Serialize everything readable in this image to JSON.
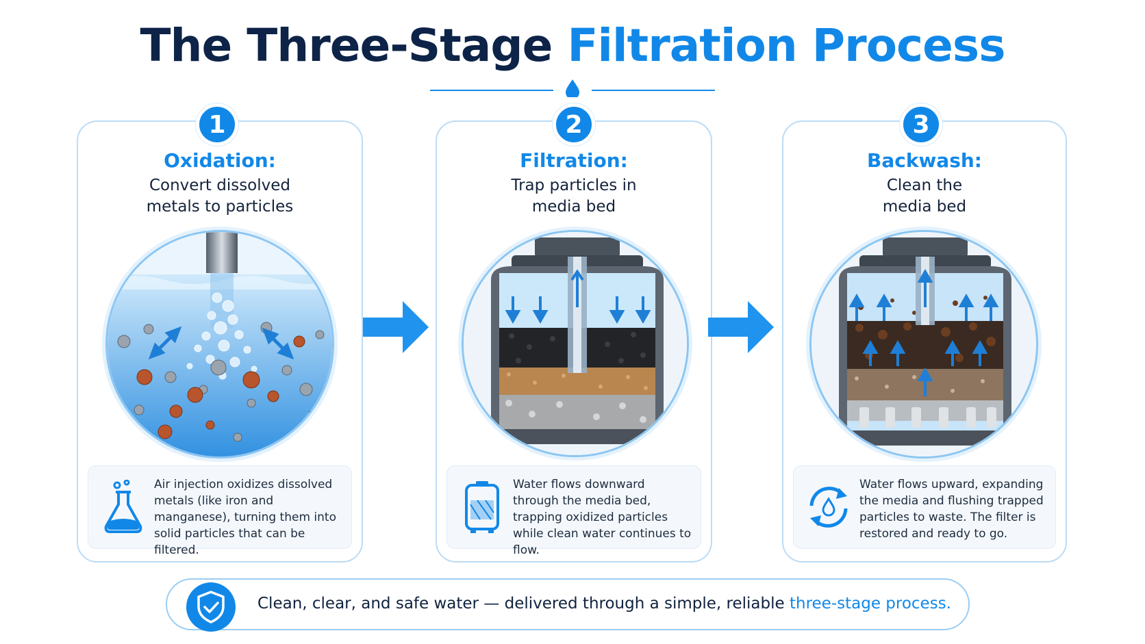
{
  "title": {
    "part1": "The Three-Stage",
    "part2": "Filtration Process"
  },
  "stages": [
    {
      "number": "1",
      "title": "Oxidation:",
      "subtitle_line1": "Convert dissolved",
      "subtitle_line2": "metals to particles",
      "description": "Air injection oxidizes dissolved metals (like iron and manganese), turning them into solid particles that can be filtered.",
      "icon": "flask-icon"
    },
    {
      "number": "2",
      "title": "Filtration:",
      "subtitle_line1": "Trap particles in",
      "subtitle_line2": "media bed",
      "description": "Water flows downward through the media bed, trapping oxidized particles while clean water continues to flow.",
      "icon": "filter-tank-icon"
    },
    {
      "number": "3",
      "title": "Backwash:",
      "subtitle_line1": "Clean the",
      "subtitle_line2": "media bed",
      "description": "Water flows upward, expanding the media and flushing trapped particles to waste. The filter is restored and ready to go.",
      "icon": "recycle-water-icon"
    }
  ],
  "footer": {
    "text_main": "Clean, clear, and safe water — delivered through a simple, reliable ",
    "text_highlight": "three-stage process.",
    "icon": "shield-check-icon"
  },
  "colors": {
    "accent": "#1188e8",
    "dark": "#0d2347",
    "border": "#bcdcf6"
  }
}
